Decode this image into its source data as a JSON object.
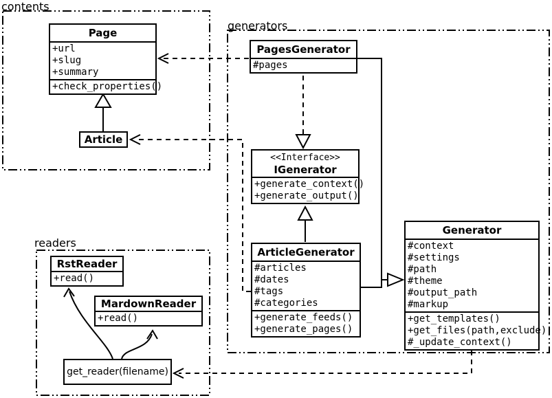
{
  "diagram": {
    "packages": {
      "contents": "contents",
      "generators": "generators",
      "readers": "readers"
    },
    "classes": {
      "page": {
        "name": "Page",
        "attributes": [
          "+url",
          "+slug",
          "+summary"
        ],
        "methods": [
          "+check_properties()"
        ]
      },
      "article": {
        "name": "Article"
      },
      "pages_generator": {
        "name": "PagesGenerator",
        "attributes": [
          "#pages"
        ]
      },
      "igenerator": {
        "stereotype": "<<Interface>>",
        "name": "IGenerator",
        "methods": [
          "+generate_context()",
          "+generate_output()"
        ]
      },
      "article_generator": {
        "name": "ArticleGenerator",
        "attributes": [
          "#articles",
          "#dates",
          "#tags",
          "#categories"
        ],
        "methods": [
          "+generate_feeds()",
          "+generate_pages()"
        ]
      },
      "generator": {
        "name": "Generator",
        "attributes": [
          "#context",
          "#settings",
          "#path",
          "#theme",
          "#output_path",
          "#markup"
        ],
        "methods": [
          "+get_templates()",
          "+get_files(path,exclude)",
          "#_update_context()"
        ]
      },
      "rst_reader": {
        "name": "RstReader",
        "methods": [
          "+read()"
        ]
      },
      "mardown_reader": {
        "name": "MardownReader",
        "methods": [
          "+read()"
        ]
      },
      "get_reader": {
        "name": "get_reader(filename)"
      }
    },
    "colors": {
      "stroke": "#000000",
      "background": "#ffffff"
    }
  }
}
